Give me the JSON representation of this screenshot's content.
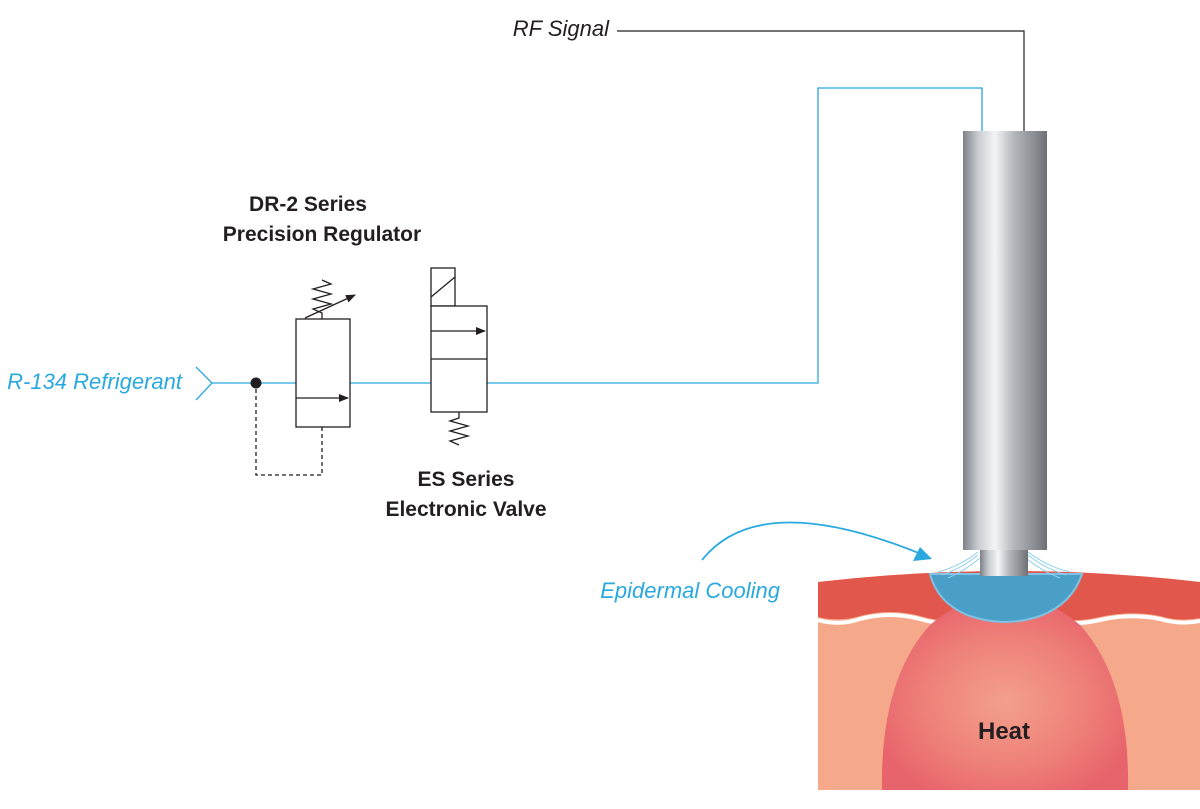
{
  "labels": {
    "rf_signal": "RF Signal",
    "refrigerant": "R-134 Refrigerant",
    "regulator_line1": "DR-2 Series",
    "regulator_line2": "Precision Regulator",
    "valve_line1": "ES Series",
    "valve_line2": "Electronic Valve",
    "cooling": "Epidermal Cooling",
    "heat": "Heat"
  },
  "colors": {
    "coolant_line": "#29a9e0",
    "signal_line": "#231f20",
    "skin_top": "#e2574c",
    "tissue": "#f6a98a",
    "heat_zone": "#ea6a70",
    "cooling_zone": "#4a9fc9",
    "probe_metal": "#9a9ea3"
  }
}
